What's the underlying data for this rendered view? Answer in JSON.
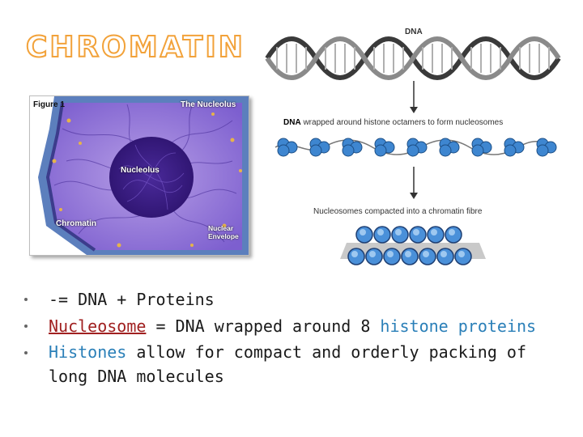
{
  "slide": {
    "title": "CHROMATIN"
  },
  "figure": {
    "figure_label": "Figure 1",
    "top_right_label": "The Nucleolus",
    "nucleolus_label": "Nucleolus",
    "chromatin_label": "Chromatin",
    "envelope_line1": "Nuclear",
    "envelope_line2": "Envelope"
  },
  "diagram": {
    "dna_label": "DNA",
    "wrapped_bold": "DNA",
    "wrapped_rest": " wrapped around histone octamers to form nucleosomes",
    "compacted_label": "Nucleosomes compacted into a chromatin fibre"
  },
  "bullets": {
    "b1_text": "-= DNA + Proteins",
    "b2_term": "Nucleosome",
    "b2_mid": " = DNA wrapped around 8 ",
    "b2_link": "histone proteins",
    "b3_term": "Histones",
    "b3_rest": " allow for compact and orderly packing of long DNA molecules"
  },
  "colors": {
    "title_outline": "#f2a23a",
    "term_red": "#a02020",
    "term_blue": "#2a7fb8",
    "nucleus_purple": "#6b3fb8",
    "nucleosome_blue": "#4a90d9"
  }
}
